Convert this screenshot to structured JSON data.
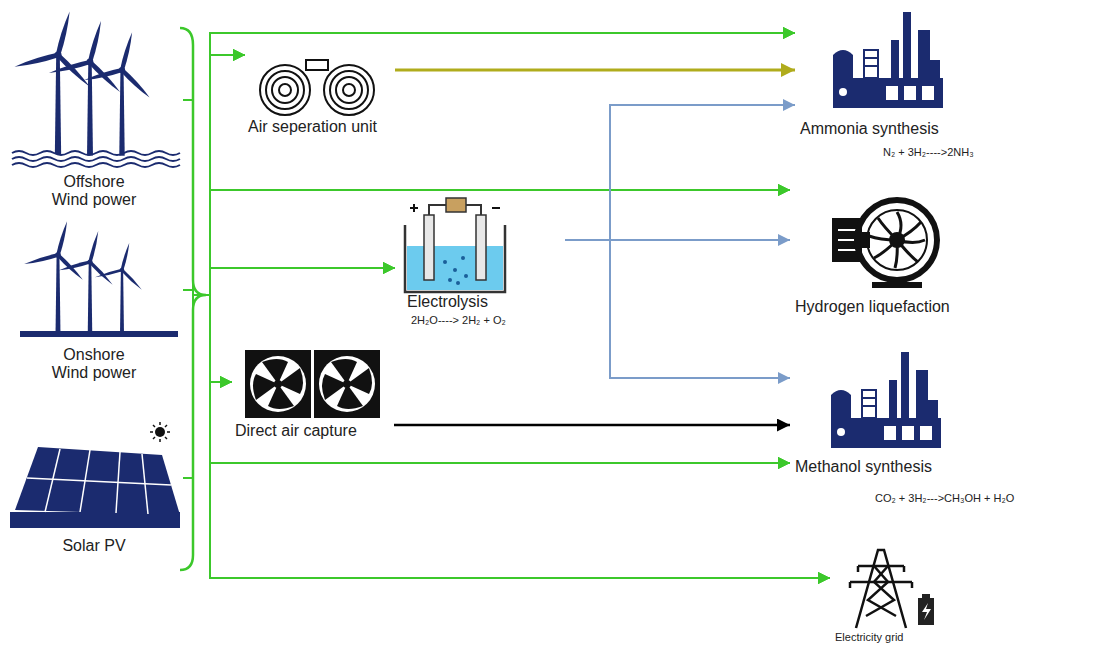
{
  "diagram": {
    "nodes": [
      {
        "text": [
          "Offshore Wind power"
        ]
      },
      {
        "text": [
          "Onshore Wind power"
        ]
      },
      {
        "text": [
          "Solar PV"
        ]
      },
      {
        "text": [
          "Air seperation unit"
        ]
      },
      {
        "text": [
          "Electrolysis",
          "2H₂O----> 2H₂ + O₂"
        ]
      },
      {
        "text": [
          "Direct air capture"
        ]
      },
      {
        "text": [
          "Ammonia synthesis",
          "N₂ + 3H₂---->2NH₃"
        ]
      },
      {
        "text": [
          "Hydrogen liquefaction"
        ]
      },
      {
        "text": [
          "Methanol synthesis",
          "CO₂ + 3H₂--->CH₃OH + H₂O"
        ]
      },
      {
        "text": [
          "Electricity grid"
        ]
      }
    ],
    "edges": [
      {
        "from": 0,
        "to": 6,
        "arrow": "to"
      },
      {
        "from": 0,
        "to": 3,
        "arrow": "to"
      },
      {
        "from": 0,
        "to": 7,
        "arrow": "to"
      },
      {
        "from": 0,
        "to": 4,
        "arrow": "to"
      },
      {
        "from": 0,
        "to": 5,
        "arrow": "to"
      },
      {
        "from": 0,
        "to": 8,
        "arrow": "to"
      },
      {
        "from": 0,
        "to": 9,
        "arrow": "to"
      },
      {
        "from": 1,
        "to": 6,
        "arrow": "to"
      },
      {
        "from": 1,
        "to": 3,
        "arrow": "to"
      },
      {
        "from": 1,
        "to": 7,
        "arrow": "to"
      },
      {
        "from": 1,
        "to": 4,
        "arrow": "to"
      },
      {
        "from": 1,
        "to": 5,
        "arrow": "to"
      },
      {
        "from": 1,
        "to": 8,
        "arrow": "to"
      },
      {
        "from": 1,
        "to": 9,
        "arrow": "to"
      },
      {
        "from": 2,
        "to": 6,
        "arrow": "to"
      },
      {
        "from": 2,
        "to": 3,
        "arrow": "to"
      },
      {
        "from": 2,
        "to": 7,
        "arrow": "to"
      },
      {
        "from": 2,
        "to": 4,
        "arrow": "to"
      },
      {
        "from": 2,
        "to": 5,
        "arrow": "to"
      },
      {
        "from": 2,
        "to": 8,
        "arrow": "to"
      },
      {
        "from": 2,
        "to": 9,
        "arrow": "to"
      },
      {
        "from": 3,
        "to": 6,
        "arrow": "to"
      },
      {
        "from": 4,
        "to": 6,
        "arrow": "to"
      },
      {
        "from": 4,
        "to": 7,
        "arrow": "to"
      },
      {
        "from": 4,
        "to": 8,
        "arrow": "to"
      },
      {
        "from": 5,
        "to": 8,
        "arrow": "to"
      }
    ]
  }
}
